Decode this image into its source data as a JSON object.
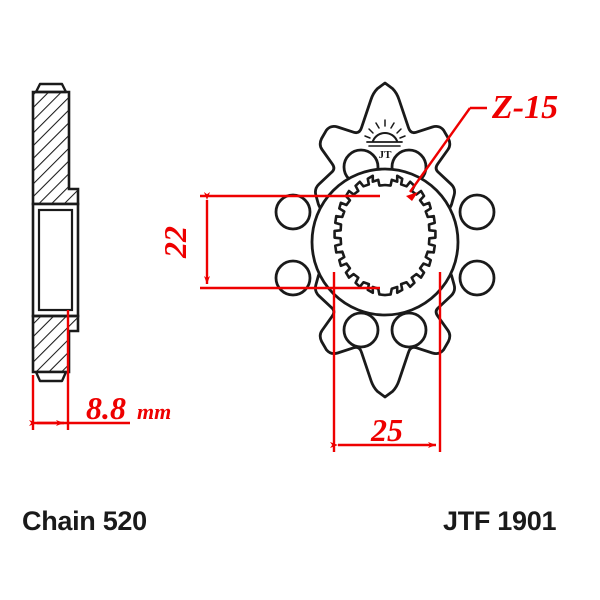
{
  "drawing": {
    "title": "JT front sprocket technical drawing",
    "views": {
      "section_view": {
        "name": "cross-section side view",
        "hatching": "45-degree diagonal"
      },
      "front_view": {
        "name": "front face view",
        "teeth_count": 15,
        "lightening_holes": 8,
        "spline_teeth": 22
      }
    },
    "logo": {
      "name": "jt-sunrise-logo",
      "letters": "JT"
    },
    "annotations": {
      "teeth_callout": "Z-15",
      "dim_bore_vertical": "22",
      "dim_bore_horizontal": "25",
      "dim_thickness_value": "8.8",
      "dim_thickness_unit": "mm"
    },
    "colors": {
      "line": "#1a1a1a",
      "dimension": "#ee0000",
      "text": "#1a1a1a",
      "background": "#ffffff"
    }
  },
  "footer": {
    "chain_label": "Chain 520",
    "part_label": "JTF 1901"
  }
}
